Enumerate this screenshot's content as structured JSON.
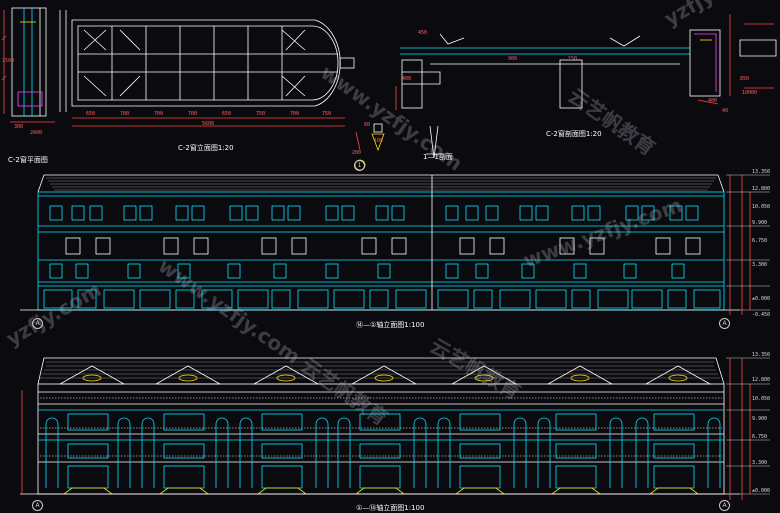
{
  "drawing": {
    "background": "#0b0b0f",
    "line_colors": {
      "wall": "#00e5ff",
      "outline": "#ffffff",
      "roof": "#bbbbbb",
      "dimension": "#ff4444",
      "ornament": "#ffe000",
      "accent": "#ff40ff"
    }
  },
  "titles": {
    "c2_plan": "C-2窗平面图",
    "c2_elev": "C-2窗立面图1:20",
    "sec_1": "1—1剖面",
    "c2_sec": "C-2窗剖面图1:20",
    "elev_top": "轴立面图1:100",
    "elev_top_prefix": "⑭—①",
    "elev_bottom": "轴立面图1:100",
    "elev_bottom_prefix": "①—⑭"
  },
  "detail_labels": {
    "window_dims": [
      "650",
      "700",
      "700",
      "700",
      "650",
      "750",
      "700",
      "750"
    ],
    "window_total": "5600",
    "plan_dims": [
      "300",
      "1500",
      "2600"
    ],
    "sec_dims": [
      "60",
      "100",
      "200"
    ],
    "right_dims": [
      "850",
      "10000",
      "400",
      "40"
    ],
    "mid_dims": [
      "400",
      "450",
      "150",
      "900"
    ]
  },
  "elevations": {
    "top": {
      "levels": [
        "13.350",
        "12.800",
        "10.050",
        "9.900",
        "6.750",
        "3.300",
        "±0.000",
        "-0.450"
      ]
    },
    "bottom": {
      "levels": [
        "13.350",
        "12.800",
        "10.050",
        "9.900",
        "6.750",
        "3.300",
        "±0.000"
      ]
    }
  },
  "axes": {
    "top_left": "A",
    "top_right": "A",
    "bottom_left": "A",
    "bottom_right": "A",
    "small": "1"
  },
  "watermark": {
    "lines": [
      "www.yzfjy.com",
      "云艺帆教育",
      "yzfjy.com",
      "www.yzfjy.com 云艺帆教育"
    ]
  }
}
